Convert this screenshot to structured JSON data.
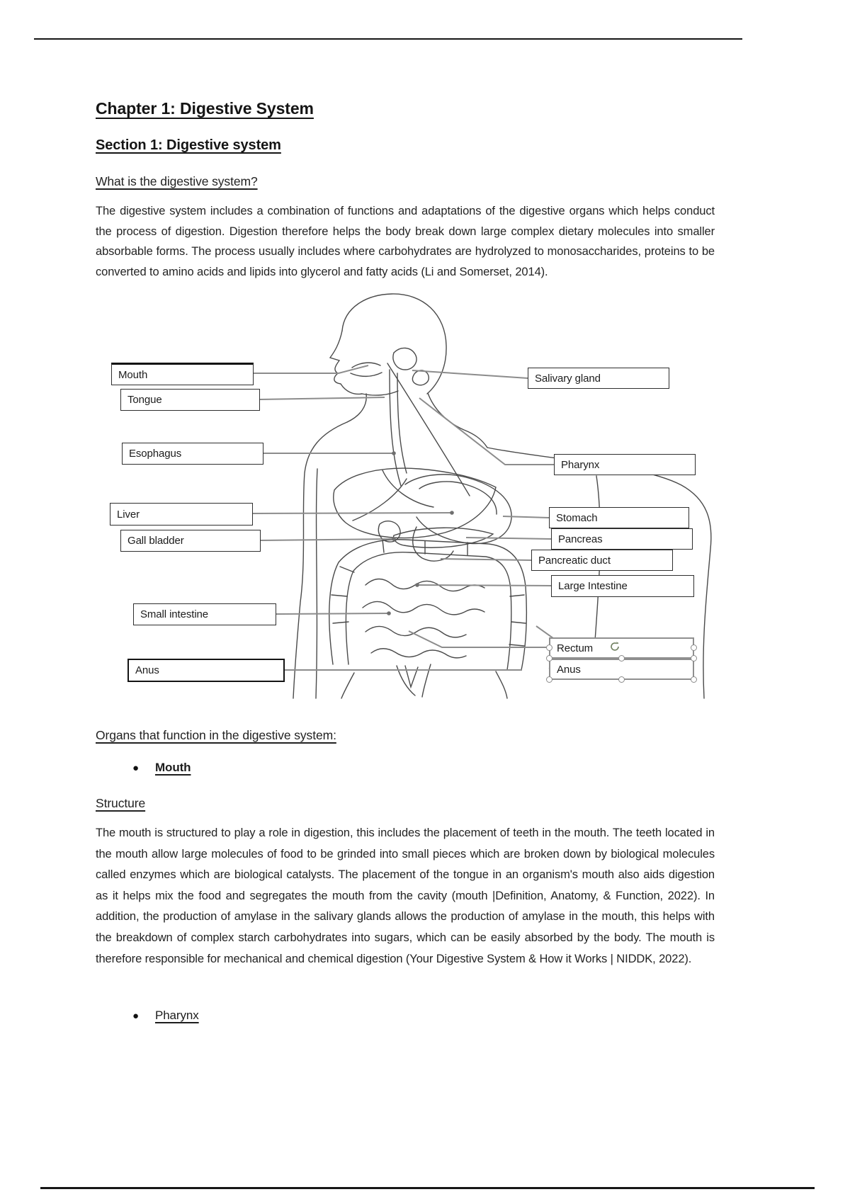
{
  "document": {
    "chapter_title": "Chapter 1: Digestive System",
    "section_title": "Section 1: Digestive system",
    "question_heading": "What is the digestive system?",
    "intro_paragraph": "The digestive system includes a combination of functions and adaptations of the digestive organs which helps conduct the process of digestion. Digestion therefore helps the body break down large complex dietary molecules into smaller absorbable forms. The process usually includes where carbohydrates are hydrolyzed to monosaccharides, proteins to be converted to amino acids and lipids into glycerol and fatty acids (Li and Somerset, 2014).",
    "organs_heading": "Organs that function in the digestive system:",
    "bullet_mouth": "Mouth",
    "structure_heading": "Structure",
    "structure_paragraph": "The mouth is structured to play a role in digestion, this includes the placement of teeth in the mouth. The teeth located in the mouth allow large molecules of food to be grinded into small pieces which are broken down by biological molecules called enzymes which are biological catalysts. The placement of the tongue in an organism's mouth also aids digestion as it helps mix the food and segregates the mouth from the cavity (mouth |Definition, Anatomy, & Function, 2022). In addition, the production of amylase in the salivary glands allows the production of amylase in the mouth, this helps with the breakdown of complex starch carbohydrates into sugars, which can be easily absorbed by the body. The mouth is therefore responsible for mechanical and chemical digestion (Your Digestive System & How it Works | NIDDK, 2022).",
    "bullet_pharynx": "Pharynx"
  },
  "diagram": {
    "figure_name": "human-digestive-system-line-drawing",
    "labels": {
      "mouth": "Mouth",
      "tongue": "Tongue",
      "esophagus": "Esophagus",
      "liver": "Liver",
      "gall_bladder": "Gall bladder",
      "small_intestine": "Small intestine",
      "anus_left": "Anus",
      "salivary_gland": "Salivary gland",
      "pharynx": "Pharynx",
      "stomach": "Stomach",
      "pancreas": "Pancreas",
      "pancreatic_duct": "Pancreatic duct",
      "large_intestine": "Large Intestine",
      "rectum": "Rectum",
      "anus_right": "Anus"
    },
    "colors": {
      "leader_line": "#8c8c8c",
      "figure_stroke": "#4a4a4a",
      "selection_gray": "#8f8f8f",
      "rotate_icon_green": "#6f7f5f"
    }
  }
}
